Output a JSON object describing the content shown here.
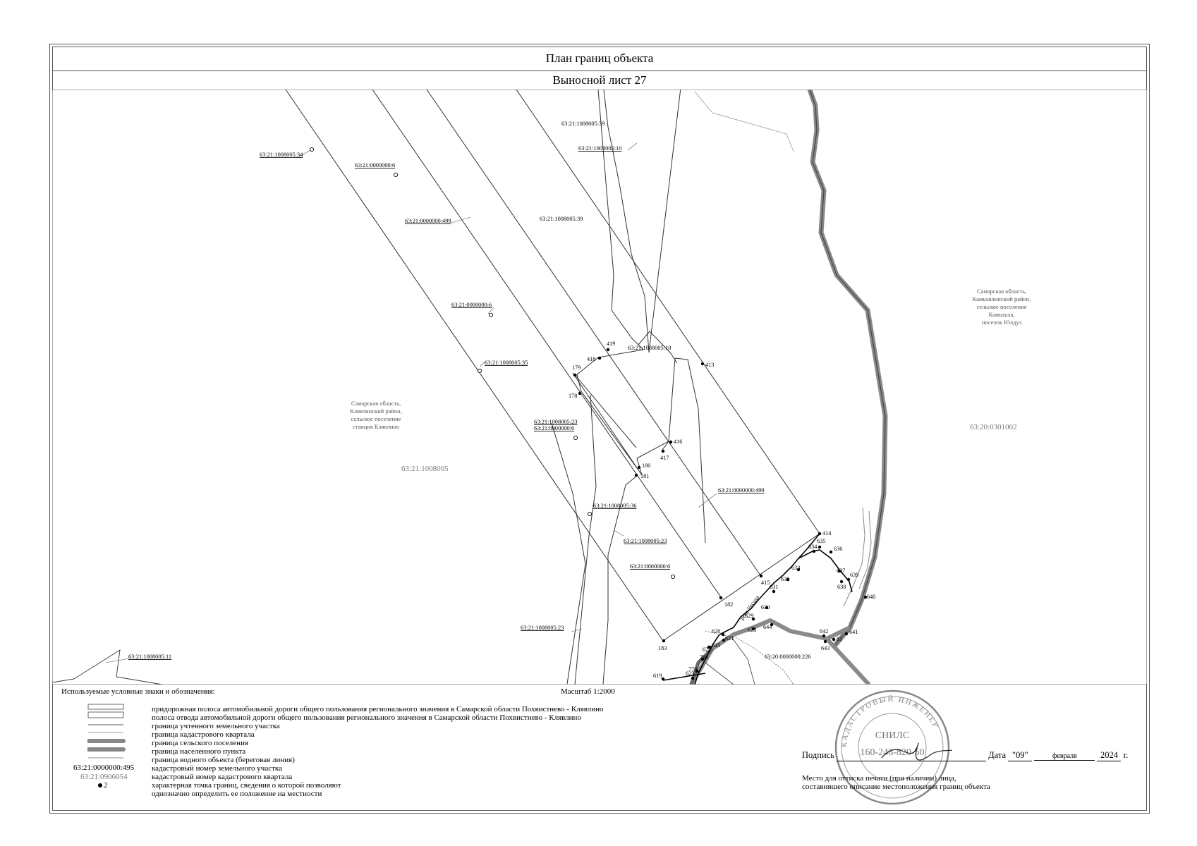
{
  "header": {
    "title": "План границ объекта",
    "sheet": "Выносной лист 27"
  },
  "map": {
    "labels": {
      "p34": "63:21:1008005:34",
      "p6a": "63:21:0000000:6",
      "p39a": "63:21:1008005:39",
      "p10a": "63:21:1008005:10",
      "p499a": "63:21:0000000:499",
      "p39b": "63:21:1008005:39",
      "p6b": "63:21:0000000:6",
      "p35": "63:21:1008005:35",
      "p10b": "63:21:1008005:10",
      "p23a": "63:21:1008005:23",
      "p6c": "63:21:0000000:6",
      "p36": "63:21:1008005:36",
      "p23b": "63:21:1008005:23",
      "p6d": "63:21:0000000:6",
      "p499b": "63:21:0000000:499",
      "p23c": "63:21:1008005:23",
      "p11": "63:21:1008005:11",
      "p226": "63:20:0000000:226",
      "q1": "63:21:1008005",
      "q2": "63:20:0301002",
      "river": "река Уксада"
    },
    "settlement_left": [
      "Самарская область,",
      "Клявлинский район,",
      "сельское поселение",
      "станция Клявлино"
    ],
    "settlement_right": [
      "Самарская область,",
      "Камышлинский район,",
      "сельское поселение",
      "Камышла,",
      "поселок Юлдуз"
    ],
    "points": [
      "419",
      "418",
      "413",
      "179",
      "178",
      "416",
      "417",
      "180",
      "181",
      "414",
      "415",
      "182",
      "183",
      "634",
      "635",
      "636",
      "633",
      "637",
      "639",
      "638",
      "632",
      "631",
      "630",
      "640",
      "629",
      "628",
      "644",
      "642",
      "641",
      "620",
      "621",
      "643",
      "81",
      "622",
      "645",
      "780",
      "779",
      "623",
      "619"
    ]
  },
  "legend": {
    "heading": "Используемые условные знаки и обозначения:",
    "scale": "Масштаб 1:2000",
    "items": [
      "придорожная полоса автомобильной дороги общего пользования регионального значения в Самарской области Похвистнево - Клявлино",
      "полоса отвода автомобильной дороги общего пользования регионального значения в Самарской области Похвистнево - Клявлино",
      "граница учтенного земельного участка",
      "граница кадастрового квартала",
      "граница сельского поселения",
      "граница населенного пункта",
      "граница водного объекта (береговая линия)",
      "кадастровый номер земельного участка",
      "кадастровый номер кадастрового квартала",
      "характерная точка границ, сведения о которой позволяют",
      "однозначно определить ее положение на местности"
    ],
    "sample_parcel": "63:21:0000000:495",
    "sample_quarter": "63:21:0906054",
    "sample_point": "2"
  },
  "signature": {
    "label": "Подпись",
    "date_label": "Дата",
    "day": "\"09\"",
    "month": "февраля",
    "year": "2024",
    "year_suffix": "г.",
    "caption_1": "Место для оттиска печати (при наличии) лица,",
    "caption_2": "составившего описание местоположения границ объекта"
  },
  "stamp": {
    "top_text": "КАДАСТРОВЫЙ ИНЖЕНЕР",
    "snils_label": "СНИЛС",
    "snils": "160-246-820-50"
  }
}
